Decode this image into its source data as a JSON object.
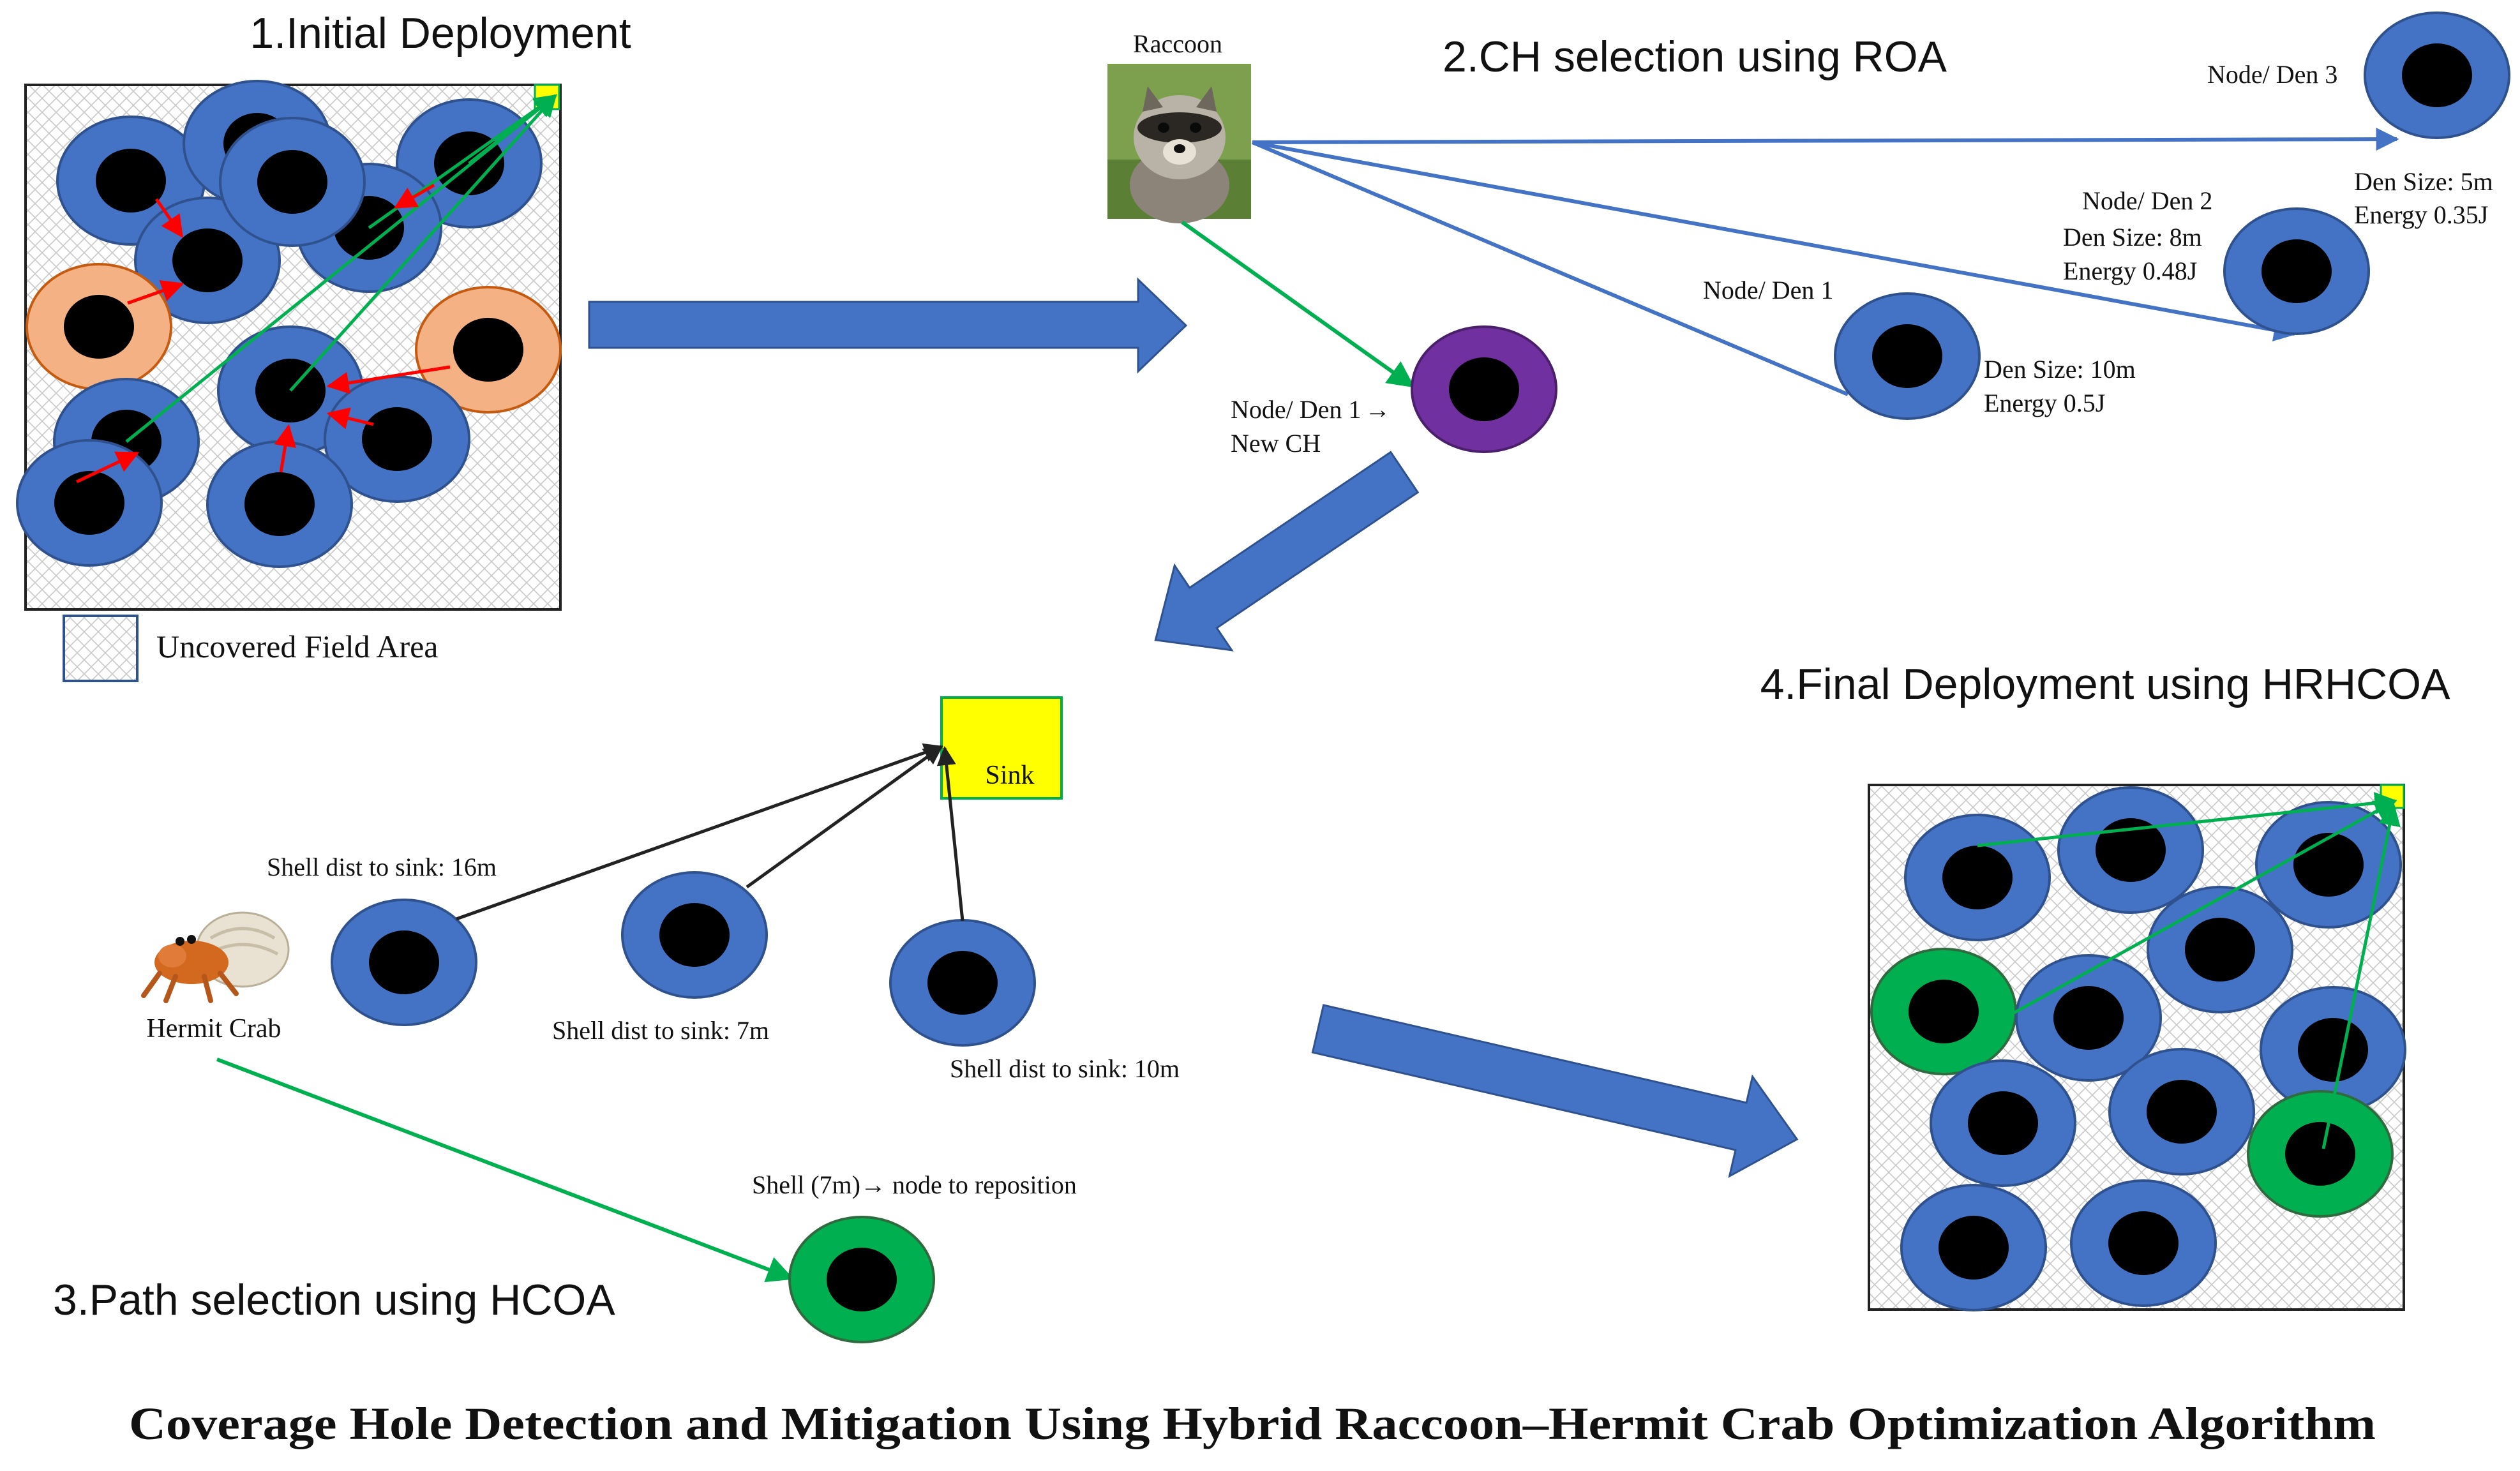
{
  "colors": {
    "node_blue": "#4472C4",
    "node_core": "#000000",
    "hole_orange": "#F4B183",
    "ch_purple": "#7030A0",
    "reposition_green": "#00B050",
    "flow_arrow_blue": "#4472C4",
    "route_green": "#00B050",
    "move_red": "#FF0000",
    "sink_yellow": "#FFFF00",
    "field_hatch": "#BFBFBF"
  },
  "titles": {
    "step1": "1.Initial Deployment",
    "step2": "2.CH selection using ROA",
    "step3": "3.Path selection using HCOA",
    "step4": "4.Final Deployment using HRHCOA",
    "figure": "Coverage Hole Detection and Mitigation Using Hybrid Raccoon–Hermit Crab Optimization Algorithm"
  },
  "legend": {
    "uncovered_label": "Uncovered Field Area"
  },
  "raccoon": {
    "label": "Raccoon",
    "image_icon": "raccoon-photo-icon"
  },
  "dens": {
    "den1": {
      "name": "Node/ Den 1",
      "size": "Den Size: 10m",
      "energy": "Energy 0.5J"
    },
    "den2": {
      "name": "Node/ Den 2",
      "size": "Den Size: 8m",
      "energy": "Energy 0.48J"
    },
    "den3": {
      "name": "Node/ Den 3",
      "size": "Den Size: 5m",
      "energy": "Energy 0.35J"
    },
    "new_ch_line1": "Node/ Den 1",
    "new_ch_arrow": "→",
    "new_ch_line2": "New CH"
  },
  "sink": {
    "label": "Sink"
  },
  "hermit": {
    "label": "Hermit Crab",
    "image_icon": "hermit-crab-icon",
    "shell1": "Shell dist to sink: 16m",
    "shell2": "Shell dist to sink: 7m",
    "shell3": "Shell dist to sink: 10m",
    "reposition_prefix": "Shell (7m)",
    "reposition_arrow": "→",
    "reposition_suffix": " node to reposition"
  }
}
